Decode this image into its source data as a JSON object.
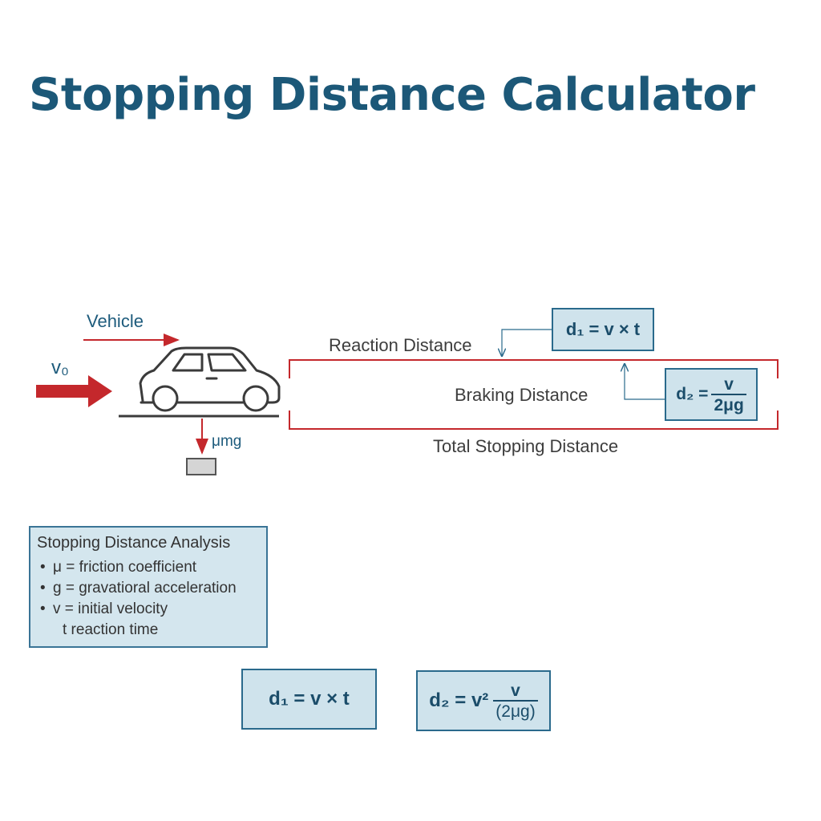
{
  "title": "Stopping Distance Calculator",
  "diagram": {
    "vehicle_label": "Vehicle",
    "velocity_label": "v₀",
    "force_label": "μmg",
    "reaction_label": "Reaction Distance",
    "braking_label": "Braking Distance",
    "total_label": "Total Stopping Distance",
    "formula_d1": {
      "lhs": "d₁ = v × t"
    },
    "formula_d2": {
      "lhs": "d₂ =",
      "num": "v",
      "den": "2μg"
    }
  },
  "legend": {
    "title": "Stopping Distance Analysis",
    "items": [
      {
        "bullet": "•",
        "text": "μ = friction coefficient"
      },
      {
        "bullet": "•",
        "text": "g = gravatioral acceleration"
      },
      {
        "bullet": "•",
        "text": "v = initial velocity"
      },
      {
        "bullet": "",
        "text": "t reaction time"
      }
    ]
  },
  "bottom_formulas": {
    "d1": "d₁ = v × t",
    "d2": {
      "lhs": "d₂ = v²",
      "num": "v",
      "den": "(2μg)"
    }
  },
  "colors": {
    "title": "#1c5878",
    "accent_red": "#c4282c",
    "box_fill": "#cfe3ec",
    "box_border": "#2a6a8c"
  }
}
